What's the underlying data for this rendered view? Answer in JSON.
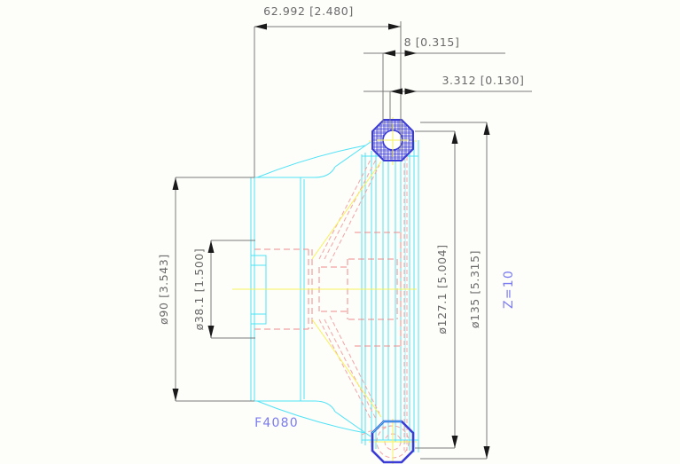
{
  "drawing": {
    "title": "Sheave / Pulley Front Section View",
    "background_color": "#fdfdfa",
    "part_label": "F4080",
    "teeth_label": "Z=10",
    "colors": {
      "visible_edge": "#4fe3f5",
      "hidden_edge": "#f08a8a",
      "centerline": "#f7f25a",
      "hub_fill": "#3b3bd6",
      "dimension": "#6a6a6a",
      "annotation": "#7b7bf0"
    }
  },
  "dimensions": {
    "horizontal": [
      {
        "id": "overall-width",
        "label": "62.992 [2.480]",
        "metric": "62.992",
        "imperial": "2.480",
        "orientation": "horizontal"
      },
      {
        "id": "flange-offset",
        "label": "8 [0.315]",
        "metric": "8",
        "imperial": "0.315",
        "orientation": "horizontal"
      },
      {
        "id": "web-thickness",
        "label": "3.312 [0.130]",
        "metric": "3.312",
        "imperial": "0.130",
        "orientation": "horizontal"
      }
    ],
    "vertical": [
      {
        "id": "outer-diameter-90",
        "label": "ø90 [3.543]",
        "metric": "90",
        "imperial": "3.543",
        "orientation": "vertical"
      },
      {
        "id": "bore-diameter-38",
        "label": "ø38.1 [1.500]",
        "metric": "38.1",
        "imperial": "1.500",
        "orientation": "vertical"
      },
      {
        "id": "pitch-diameter-127",
        "label": "ø127.1 [5.004]",
        "metric": "127.1",
        "imperial": "5.004",
        "orientation": "vertical"
      },
      {
        "id": "outside-diameter-135",
        "label": "ø135 [5.315]",
        "metric": "135",
        "imperial": "5.315",
        "orientation": "vertical"
      }
    ]
  },
  "annotations": {
    "part_number": "F4080",
    "tooth_count": "Z=10"
  }
}
